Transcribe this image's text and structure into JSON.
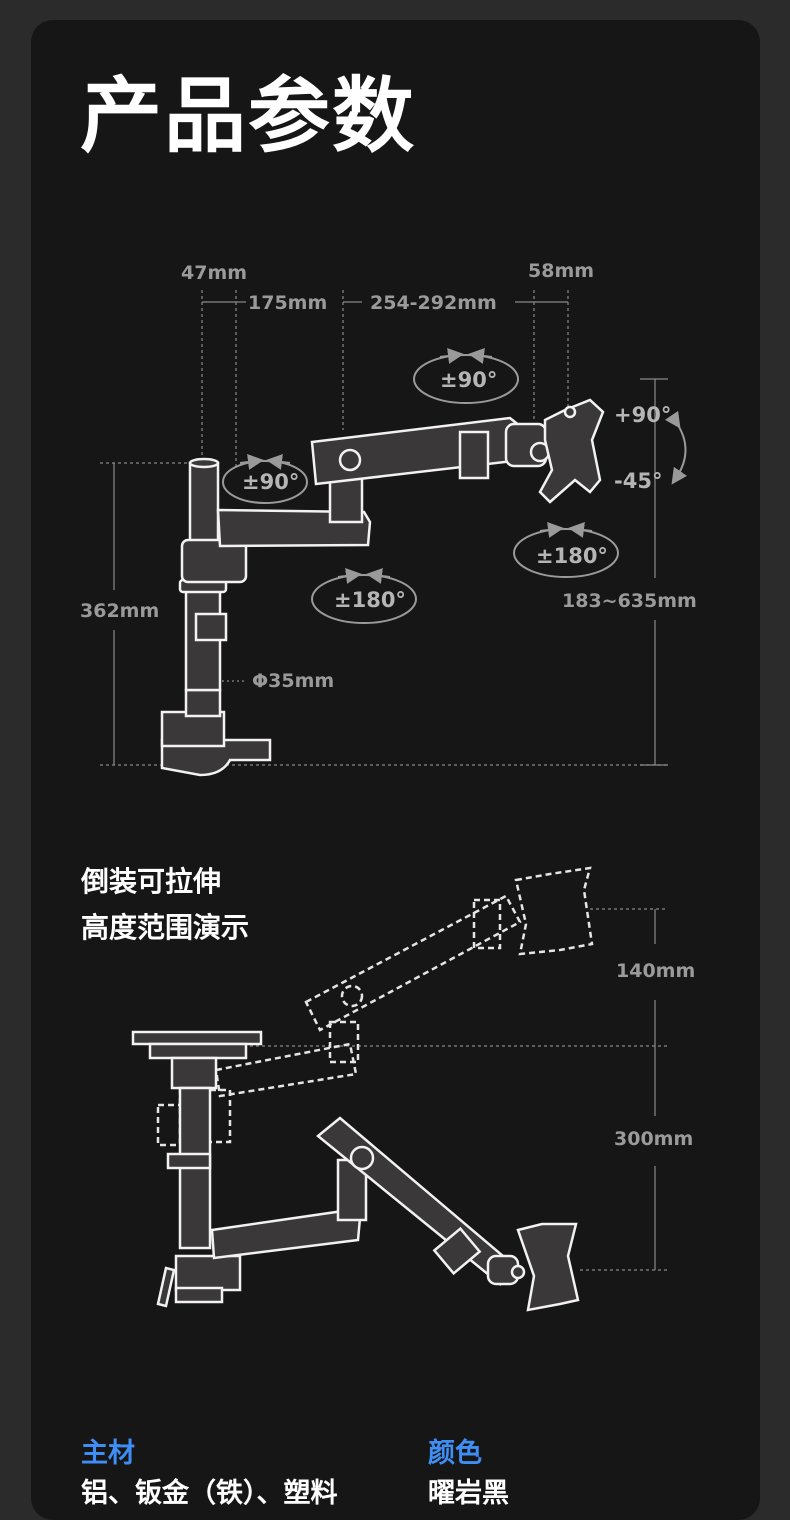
{
  "page": {
    "title": "产品参数"
  },
  "dimensions": {
    "d47": "47mm",
    "d175": "175mm",
    "d254": "254-292mm",
    "d58": "58mm",
    "d362": "362mm",
    "d183": "183~635mm",
    "pole": "Φ35mm"
  },
  "rotations": {
    "arm_top": "±90°",
    "arm_base": "±90°",
    "joint": "±180°",
    "head": "±180°",
    "tilt_up": "+90°",
    "tilt_down": "-45°"
  },
  "inverted": {
    "line1": "倒装可拉伸",
    "line2": "高度范围演示",
    "d140": "140mm",
    "d300": "300mm"
  },
  "specs": {
    "material_label": "主材",
    "material_value": "铝、钣金（铁）、塑料",
    "color_label": "颜色",
    "color_value": "曜岩黑"
  },
  "colors": {
    "background": "#161616",
    "accent": "#3f8ef5",
    "arm_fill": "#3a3838"
  },
  "icons": [
    "rotate-arrows-icon"
  ]
}
